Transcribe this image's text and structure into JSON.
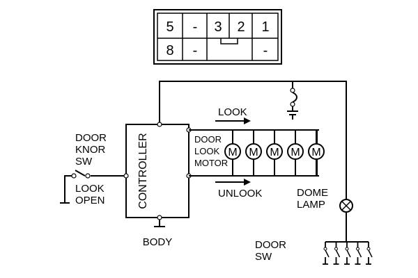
{
  "connector": {
    "top_row": [
      "5",
      "-",
      "3",
      "2",
      "1"
    ],
    "bottom_row": [
      "8",
      "-",
      "",
      "-"
    ]
  },
  "labels": {
    "door_knob_sw": [
      "DOOR",
      "KNOR",
      "SW"
    ],
    "look_open": [
      "LOOK",
      "OPEN"
    ],
    "controller": "CONTROLLER",
    "body": "BODY",
    "motor": [
      "DOOR",
      "LOOK",
      "MOTOR"
    ],
    "look_arrow": "LOOK",
    "unlook_arrow": "UNLOOK",
    "dome_lamp": [
      "DOME",
      "LAMP"
    ],
    "door_sw": [
      "DOOR",
      "SW"
    ],
    "motor_symbol": "M"
  },
  "motor_count": 5,
  "door_switch_count": 5
}
